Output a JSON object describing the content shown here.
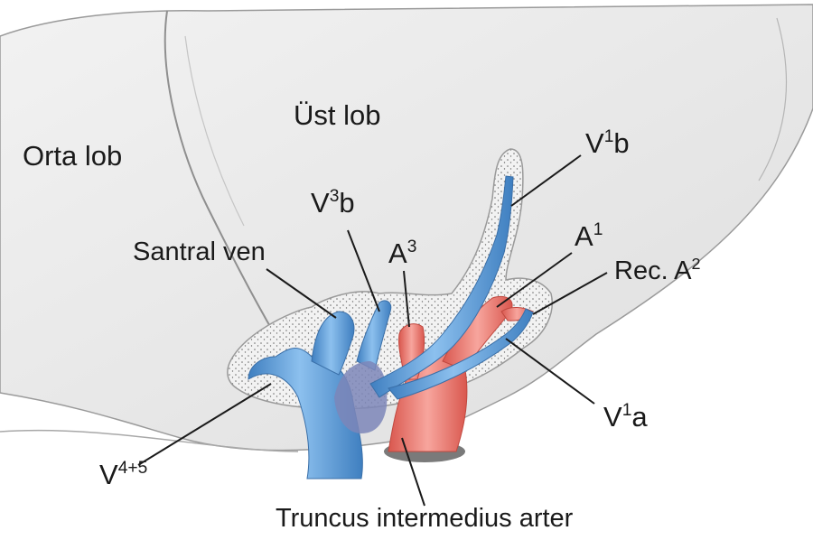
{
  "labels": {
    "orta_lob": "Orta lob",
    "ust_lob": "Üst lob",
    "v1b": {
      "base": "V",
      "sup": "1",
      "tail": "b"
    },
    "a1": {
      "base": "A",
      "sup": "1",
      "tail": ""
    },
    "rec_a2": {
      "base": "Rec. A",
      "sup": "2",
      "tail": ""
    },
    "v3b": {
      "base": "V",
      "sup": "3",
      "tail": "b"
    },
    "santral_ven": "Santral ven",
    "a3": {
      "base": "A",
      "sup": "3",
      "tail": ""
    },
    "v1a": {
      "base": "V",
      "sup": "1",
      "tail": "a"
    },
    "v45": {
      "base": "V",
      "sup": "4+5",
      "tail": ""
    },
    "truncus": "Truncus intermedius arter"
  },
  "colors": {
    "lung_fill": "#e9e9e9",
    "lung_edge": "#8f8f8f",
    "vein": "#5b9bd5",
    "artery": "#f07c72",
    "stipple_fill": "#f2f2f2"
  }
}
